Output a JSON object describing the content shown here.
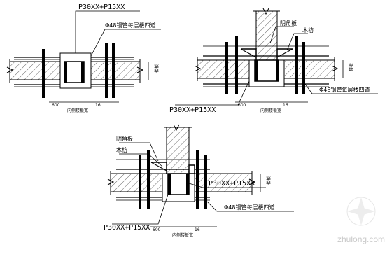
{
  "labels": {
    "formwork_code": "P30XX+P15XX",
    "steel_pipe": "Φ48钢管每层楼四道",
    "inner_corner": "阴角板",
    "wood_strip": "木枋",
    "dim_main": "600",
    "dim_side": "16",
    "dim_note": "内侧楼板宽",
    "height_note": "楼板"
  },
  "watermark": "zhulong.com"
}
